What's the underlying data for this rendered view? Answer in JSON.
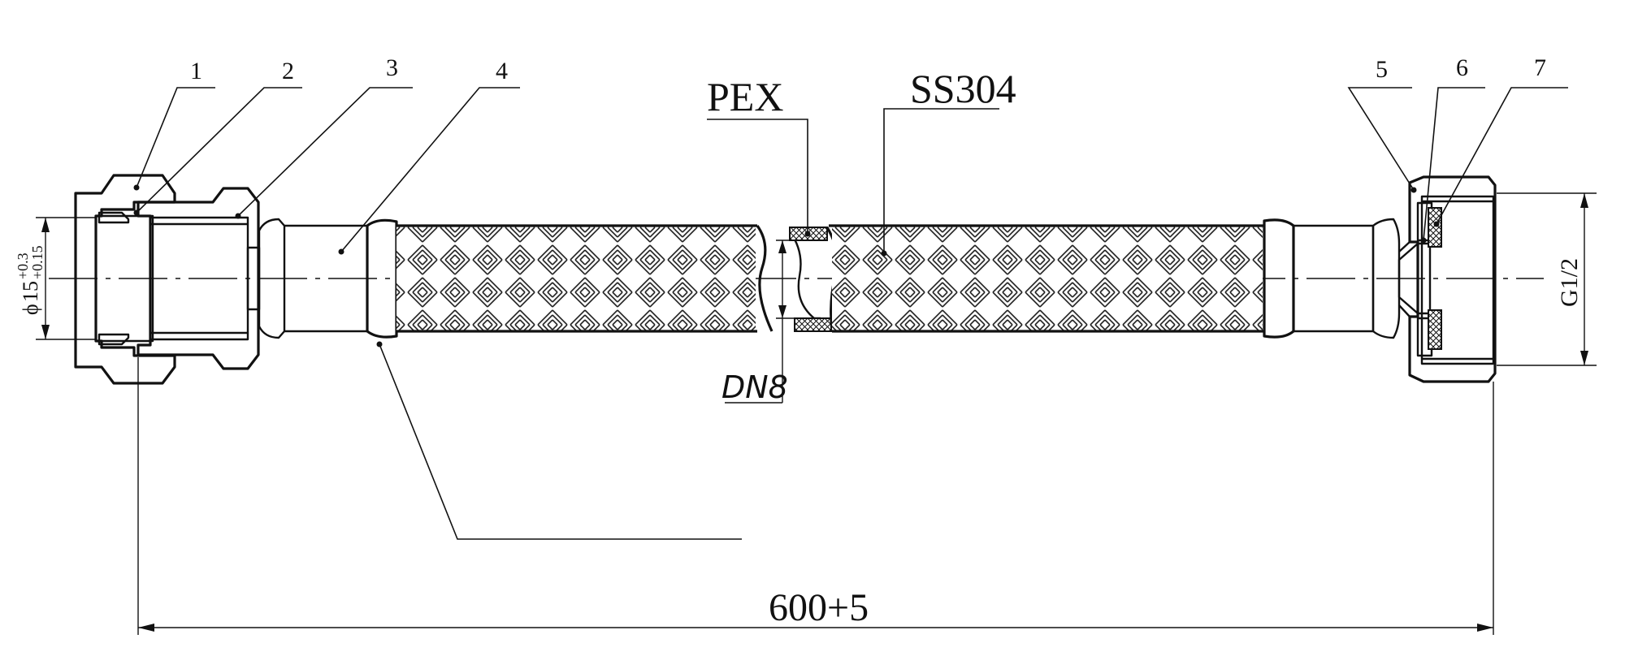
{
  "callouts": [
    "1",
    "2",
    "3",
    "4",
    "5",
    "6",
    "7"
  ],
  "material_labels": {
    "liner": "PEX",
    "braid": "SS304"
  },
  "dimensions": {
    "length": "600+5",
    "inner_diameter": "DN8",
    "thread": "G1/2",
    "diameter_symbol": "ϕ",
    "diameter_nominal": "15",
    "diameter_tol_upper": "+0.3",
    "diameter_tol_lower": "+0.15"
  }
}
